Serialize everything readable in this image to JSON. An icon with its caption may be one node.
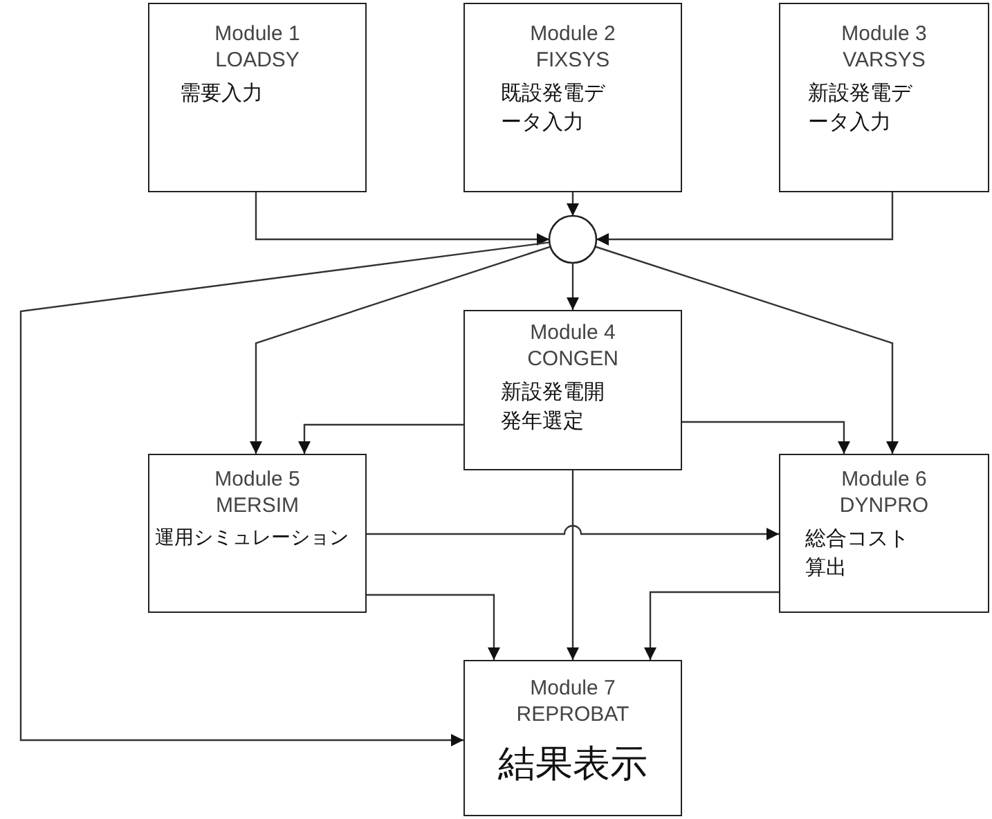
{
  "diagram": {
    "nodes": [
      {
        "text": [
          "Module 1",
          "LOADSY",
          "需要入力"
        ]
      },
      {
        "text": [
          "Module 2",
          "FIXSYS",
          "既設発電データ入力"
        ]
      },
      {
        "text": [
          "Module 3",
          "VARSYS",
          "新設発電データ入力"
        ]
      },
      {
        "text": [],
        "shape": "circle"
      },
      {
        "text": [
          "Module 4",
          "CONGEN",
          "新設発電開発年選定"
        ]
      },
      {
        "text": [
          "Module 5",
          "MERSIM",
          "運用シミュレーション"
        ]
      },
      {
        "text": [
          "Module 6",
          "DYNPRO",
          "総合コスト算出"
        ]
      },
      {
        "text": [
          "Module 7",
          "REPROBAT",
          "結果表示"
        ]
      }
    ],
    "edges": [
      {
        "from": 0,
        "to": 3,
        "arrow": "to"
      },
      {
        "from": 1,
        "to": 3,
        "arrow": "to"
      },
      {
        "from": 2,
        "to": 3,
        "arrow": "to"
      },
      {
        "from": 3,
        "to": 4,
        "arrow": "to"
      },
      {
        "from": 3,
        "to": 5,
        "arrow": "to"
      },
      {
        "from": 3,
        "to": 6,
        "arrow": "to"
      },
      {
        "from": 3,
        "to": 7,
        "arrow": "to"
      },
      {
        "from": 4,
        "to": 5,
        "arrow": "to"
      },
      {
        "from": 4,
        "to": 6,
        "arrow": "to"
      },
      {
        "from": 4,
        "to": 7,
        "arrow": "to"
      },
      {
        "from": 5,
        "to": 6,
        "arrow": "to"
      },
      {
        "from": 5,
        "to": 7,
        "arrow": "to"
      },
      {
        "from": 6,
        "to": 7,
        "arrow": "to"
      }
    ]
  }
}
